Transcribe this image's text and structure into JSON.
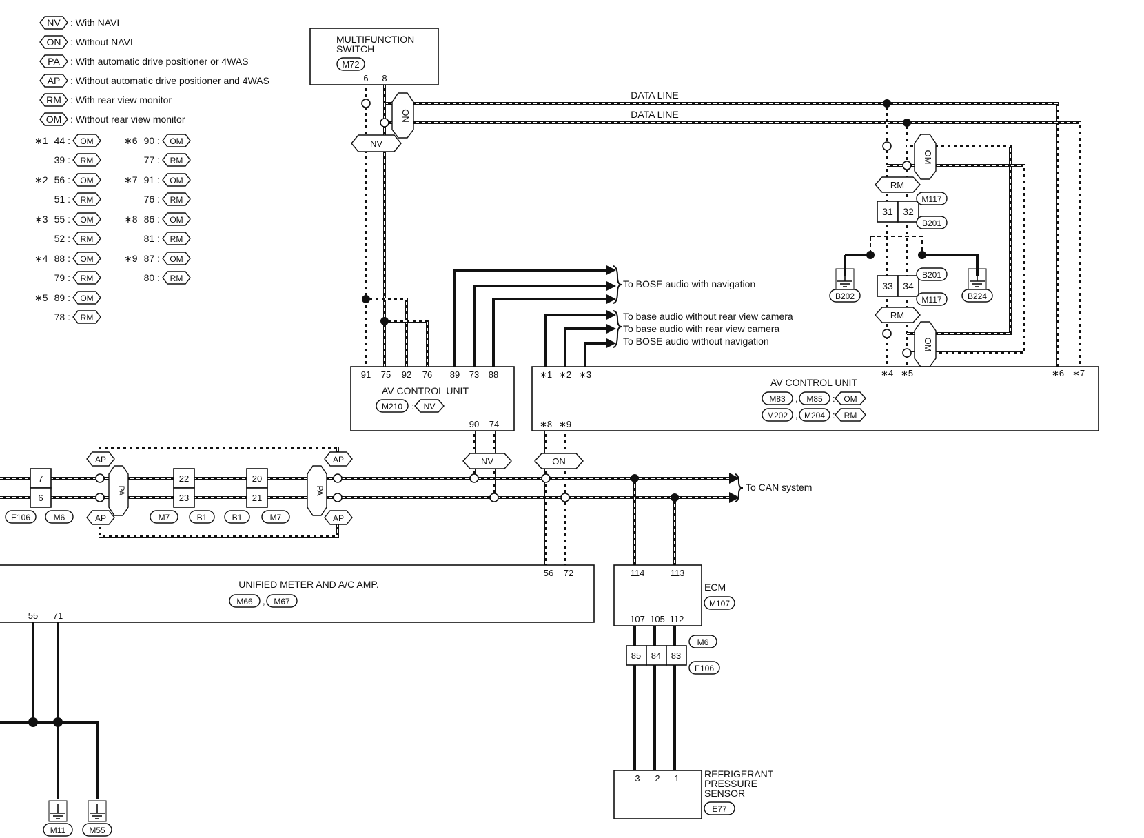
{
  "legend": [
    {
      "code": "NV",
      "text": ": With NAVI"
    },
    {
      "code": "ON",
      "text": ": Without NAVI"
    },
    {
      "code": "PA",
      "text": ": With automatic drive positioner or 4WAS"
    },
    {
      "code": "AP",
      "text": ": Without automatic drive positioner and 4WAS"
    },
    {
      "code": "RM",
      "text": ": With rear view monitor"
    },
    {
      "code": "OM",
      "text": ": Without rear view monitor"
    }
  ],
  "star_table": [
    {
      "star": "∗1",
      "rows": [
        {
          "pin": "44",
          "code": "OM"
        },
        {
          "pin": "39",
          "code": "RM"
        }
      ]
    },
    {
      "star": "∗2",
      "rows": [
        {
          "pin": "56",
          "code": "OM"
        },
        {
          "pin": "51",
          "code": "RM"
        }
      ]
    },
    {
      "star": "∗3",
      "rows": [
        {
          "pin": "55",
          "code": "OM"
        },
        {
          "pin": "52",
          "code": "RM"
        }
      ]
    },
    {
      "star": "∗4",
      "rows": [
        {
          "pin": "88",
          "code": "OM"
        },
        {
          "pin": "79",
          "code": "RM"
        }
      ]
    },
    {
      "star": "∗5",
      "rows": [
        {
          "pin": "89",
          "code": "OM"
        },
        {
          "pin": "78",
          "code": "RM"
        }
      ]
    },
    {
      "star": "∗6",
      "rows": [
        {
          "pin": "90",
          "code": "OM"
        },
        {
          "pin": "77",
          "code": "RM"
        }
      ]
    },
    {
      "star": "∗7",
      "rows": [
        {
          "pin": "91",
          "code": "OM"
        },
        {
          "pin": "76",
          "code": "RM"
        }
      ]
    },
    {
      "star": "∗8",
      "rows": [
        {
          "pin": "86",
          "code": "OM"
        },
        {
          "pin": "81",
          "code": "RM"
        }
      ]
    },
    {
      "star": "∗9",
      "rows": [
        {
          "pin": "87",
          "code": "OM"
        },
        {
          "pin": "80",
          "code": "RM"
        }
      ]
    }
  ],
  "multifunction_switch": {
    "title_line1": "MULTIFUNCTION",
    "title_line2": "SWITCH",
    "connector": "M72",
    "pins": [
      "6",
      "8"
    ]
  },
  "data_line_labels": [
    "DATA LINE",
    "DATA LINE"
  ],
  "option_tags": {
    "on": "ON",
    "nv": "NV",
    "om": "OM",
    "rm": "RM",
    "ap": "AP",
    "pa": "PA"
  },
  "av_unit_nv": {
    "title": "AV CONTROL UNIT",
    "connector": "M210",
    "option": "NV",
    "top_pins": [
      "91",
      "75",
      "92",
      "76",
      "89",
      "73",
      "88"
    ],
    "bottom_pins": [
      "90",
      "74"
    ]
  },
  "av_unit_main": {
    "title": "AV CONTROL UNIT",
    "connectors_om": [
      "M83",
      "M85"
    ],
    "option_om": "OM",
    "connectors_rm": [
      "M202",
      "M204"
    ],
    "option_rm": "RM",
    "top_pins": [
      "∗1",
      "∗2",
      "∗3",
      "∗4",
      "∗5",
      "∗6",
      "∗7"
    ],
    "bottom_pins": [
      "∗8",
      "∗9"
    ]
  },
  "destinations": {
    "bose_nav": "To BOSE audio with navigation",
    "base_no_cam": "To base audio without rear view camera",
    "base_cam": "To base audio with rear view camera",
    "bose_no_nav": "To BOSE audio without navigation",
    "can": "To CAN system"
  },
  "joint_connectors": {
    "upper_pins": [
      "31",
      "32"
    ],
    "lower_pins": [
      "33",
      "34"
    ],
    "labels": [
      "M117",
      "B201",
      "B201",
      "M117"
    ],
    "grounds": [
      "B202",
      "B224"
    ]
  },
  "can_connectors": [
    {
      "top": "7",
      "bottom": "6"
    },
    {
      "top": "22",
      "bottom": "23"
    },
    {
      "top": "20",
      "bottom": "21"
    }
  ],
  "can_connector_labels": [
    "E106",
    "M6",
    "M7",
    "B1",
    "B1",
    "M7"
  ],
  "meter": {
    "title": "UNIFIED METER AND A/C AMP.",
    "connectors": [
      "M66",
      "M67"
    ],
    "top_pins": [
      "56",
      "72"
    ],
    "bottom_pins": [
      "55",
      "71"
    ],
    "grounds": [
      "M11",
      "M55"
    ]
  },
  "ecm": {
    "title": "ECM",
    "connector": "M107",
    "top_pins": [
      "114",
      "113"
    ],
    "bottom_pins": [
      "107",
      "105",
      "112"
    ]
  },
  "inline_connector": {
    "pins": [
      "85",
      "84",
      "83"
    ],
    "labels": [
      "M6",
      "E106"
    ]
  },
  "sensor": {
    "title_line1": "REFRIGERANT",
    "title_line2": "PRESSURE",
    "title_line3": "SENSOR",
    "connector": "E77",
    "pins": [
      "3",
      "2",
      "1"
    ]
  }
}
